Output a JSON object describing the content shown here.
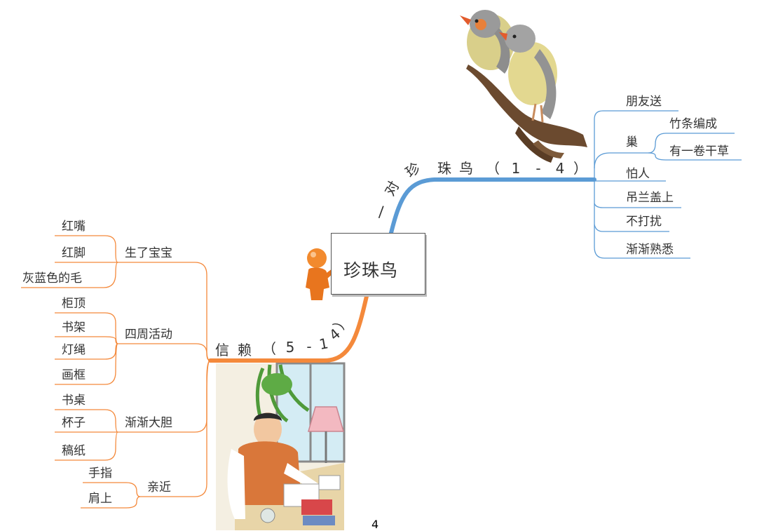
{
  "center": {
    "label": "珍珠鸟"
  },
  "branches": {
    "top": {
      "label_chars": [
        "一",
        "对",
        "珍",
        "珠",
        "鸟",
        "（",
        "1",
        "-",
        "4",
        "）"
      ],
      "color": "#5b9bd5",
      "children": [
        {
          "label": "朋友送"
        },
        {
          "label": "巢",
          "children": [
            {
              "label": "竹条编成"
            },
            {
              "label": "有一卷干草"
            }
          ]
        },
        {
          "label": "怕人"
        },
        {
          "label": "吊兰盖上"
        },
        {
          "label": "不打扰"
        },
        {
          "label": "渐渐熟悉"
        }
      ]
    },
    "bottom": {
      "label_chars": [
        "信",
        "赖",
        "（",
        "5",
        "-",
        "1",
        "4",
        "）"
      ],
      "color": "#f4893b",
      "children": [
        {
          "label": "生了宝宝",
          "children": [
            {
              "label": "红嘴"
            },
            {
              "label": "红脚"
            },
            {
              "label": "灰蓝色的毛"
            }
          ]
        },
        {
          "label": "四周活动",
          "children": [
            {
              "label": "柜顶"
            },
            {
              "label": "书架"
            },
            {
              "label": "灯绳"
            },
            {
              "label": "画框"
            }
          ]
        },
        {
          "label": "渐渐大胆",
          "children": [
            {
              "label": "书桌"
            },
            {
              "label": "杯子"
            },
            {
              "label": "稿纸"
            }
          ]
        },
        {
          "label": "亲近",
          "children": [
            {
              "label": "手指"
            },
            {
              "label": "肩上"
            }
          ]
        }
      ]
    }
  },
  "page_number": "4"
}
